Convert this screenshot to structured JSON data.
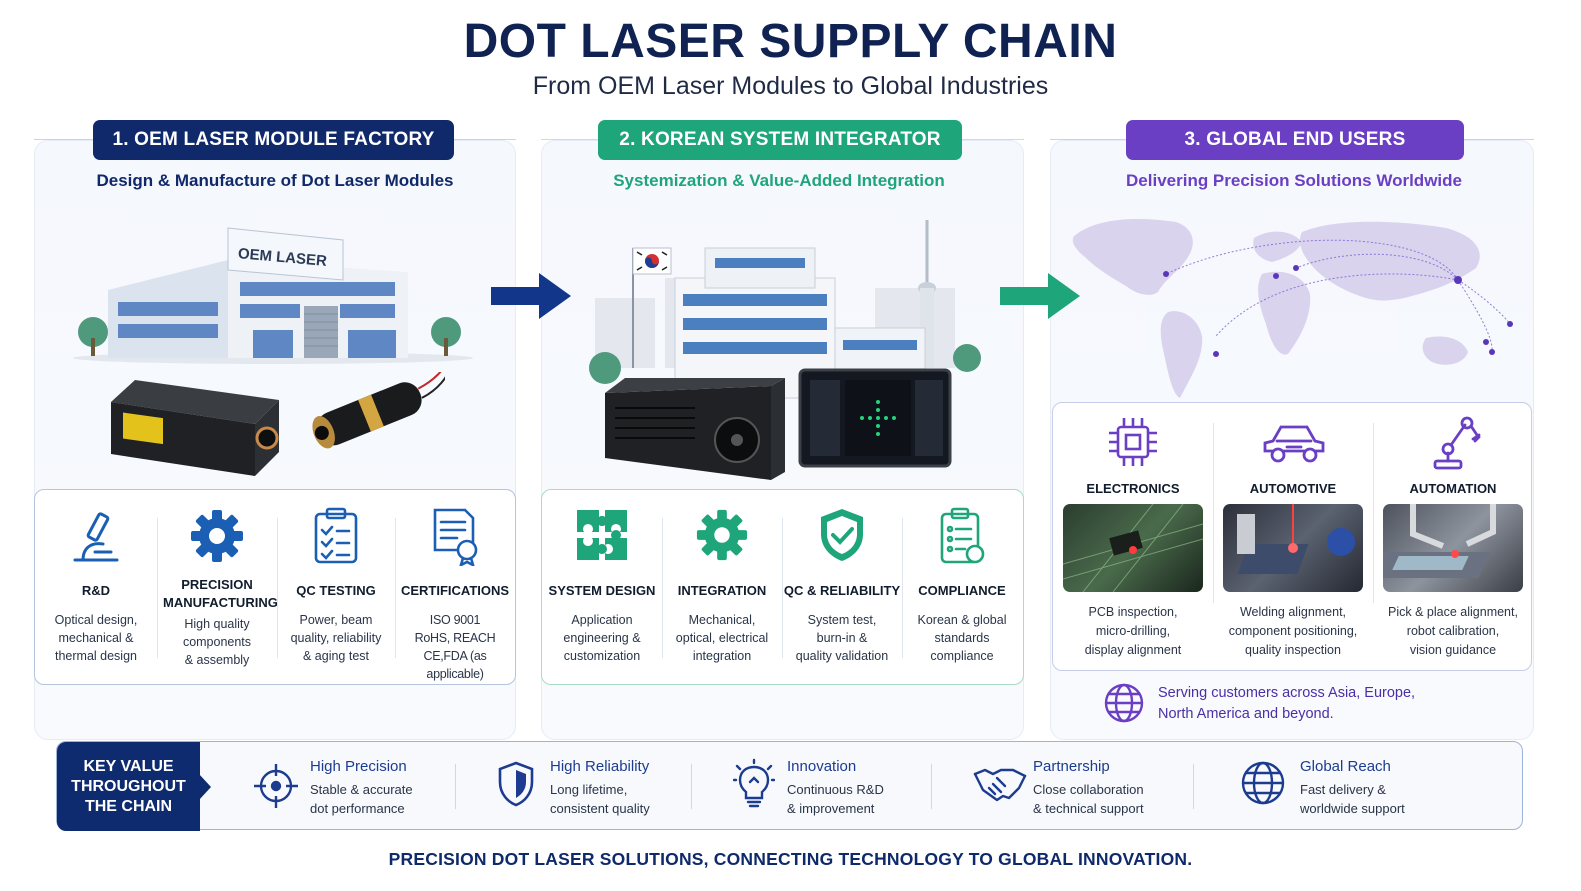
{
  "title": "DOT LASER SUPPLY CHAIN",
  "subtitle": "From OEM Laser Modules to Global Industries",
  "colors": {
    "navy": "#0f2a6a",
    "green": "#1fa57a",
    "purple": "#6b3fc4"
  },
  "stages": [
    {
      "label": "1. OEM LASER MODULE FACTORY",
      "tagline": "Design & Manufacture of Dot Laser Modules",
      "sign": "OEM LASER",
      "features": [
        {
          "icon": "microscope-icon",
          "label": "R&D",
          "desc": [
            "Optical design,",
            "mechanical &",
            "thermal design"
          ]
        },
        {
          "icon": "gear-icon",
          "label": "PRECISION MANUFACTURING",
          "desc": [
            "High quality",
            "components",
            "& assembly"
          ]
        },
        {
          "icon": "checklist-icon",
          "label": "QC TESTING",
          "desc": [
            "Power, beam",
            "quality, reliability",
            "& aging test"
          ]
        },
        {
          "icon": "certificate-icon",
          "label": "CERTIFICATIONS",
          "desc": [
            "ISO 9001",
            "RoHS, REACH",
            "CE,FDA (as applicable)"
          ]
        }
      ]
    },
    {
      "label": "2. KOREAN SYSTEM INTEGRATOR",
      "tagline": "Systemization & Value-Added Integration",
      "features": [
        {
          "icon": "puzzle-icon",
          "label": "SYSTEM DESIGN",
          "desc": [
            "Application",
            "engineering &",
            "customization"
          ]
        },
        {
          "icon": "gear-icon",
          "label": "INTEGRATION",
          "desc": [
            "Mechanical,",
            "optical, electrical",
            "integration"
          ]
        },
        {
          "icon": "shield-check-icon",
          "label": "QC & RELIABILITY",
          "desc": [
            "System test,",
            "burn-in &",
            "quality validation"
          ]
        },
        {
          "icon": "compliance-icon",
          "label": "COMPLIANCE",
          "desc": [
            "Korean & global",
            "standards",
            "compliance"
          ]
        }
      ]
    },
    {
      "label": "3. GLOBAL END USERS",
      "tagline": "Delivering Precision Solutions Worldwide",
      "industries": [
        {
          "icon": "chip-icon",
          "label": "ELECTRONICS",
          "desc": [
            "PCB inspection,",
            "micro-drilling,",
            "display alignment"
          ]
        },
        {
          "icon": "car-icon",
          "label": "AUTOMOTIVE",
          "desc": [
            "Welding alignment,",
            "component positioning,",
            "quality inspection"
          ]
        },
        {
          "icon": "robot-arm-icon",
          "label": "AUTOMATION",
          "desc": [
            "Pick & place alignment,",
            "robot calibration,",
            "vision guidance"
          ]
        }
      ],
      "serving": [
        "Serving customers across Asia, Europe,",
        "North America and beyond."
      ]
    }
  ],
  "key_value": {
    "badge": [
      "KEY VALUE",
      "THROUGHOUT",
      "THE CHAIN"
    ],
    "items": [
      {
        "icon": "crosshair-icon",
        "title": "High Precision",
        "desc": [
          "Stable & accurate",
          "dot performance"
        ]
      },
      {
        "icon": "shield-icon",
        "title": "High Reliability",
        "desc": [
          "Long lifetime,",
          "consistent quality"
        ]
      },
      {
        "icon": "lightbulb-icon",
        "title": "Innovation",
        "desc": [
          "Continuous R&D",
          "& improvement"
        ]
      },
      {
        "icon": "handshake-icon",
        "title": "Partnership",
        "desc": [
          "Close collaboration",
          "& technical support"
        ]
      },
      {
        "icon": "globe-icon",
        "title": "Global Reach",
        "desc": [
          "Fast delivery &",
          "worldwide support"
        ]
      }
    ]
  },
  "footer": "PRECISION DOT LASER SOLUTIONS, CONNECTING TECHNOLOGY TO GLOBAL INNOVATION."
}
